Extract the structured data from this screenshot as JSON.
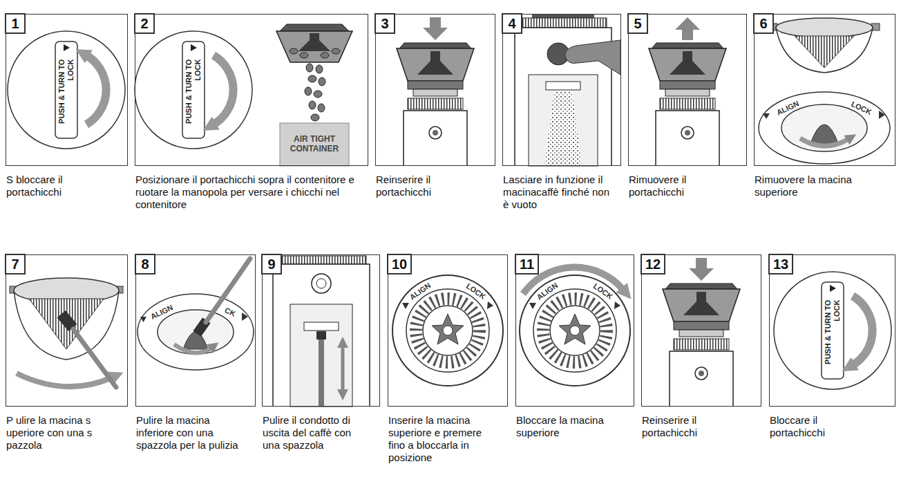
{
  "diagram": {
    "nodes": [
      {
        "text": [
          "1",
          "S bloccare il portachicchi"
        ]
      },
      {
        "text": [
          "2",
          "Posizionare il portachicchi sopra il contenitore e ruotare la manopola per versare i chicchi nel contenitore"
        ]
      },
      {
        "text": [
          "3",
          "Reinserire il portachicchi"
        ]
      },
      {
        "text": [
          "4",
          "Lasciare in funzione il macinacaffè finché non è vuoto"
        ]
      },
      {
        "text": [
          "5",
          "Rimuovere il portachicchi"
        ]
      },
      {
        "text": [
          "6",
          "Rimuovere la macina superiore"
        ]
      },
      {
        "text": [
          "7",
          "P ulire la macina s uperiore con una s pazzola"
        ]
      },
      {
        "text": [
          "8",
          "Pulire la macina inferiore con una spazzola per la pulizia"
        ]
      },
      {
        "text": [
          "9",
          "Pulire il condotto di uscita del caffè con una spazzola"
        ]
      },
      {
        "text": [
          "10",
          "Inserire la macina superiore e premere fino a bloccarla in posizione"
        ]
      },
      {
        "text": [
          "11",
          "Bloccare la macina superiore"
        ]
      },
      {
        "text": [
          "12",
          "Reinserire il portachicchi"
        ]
      },
      {
        "text": [
          "13",
          "Bloccare il portachicchi"
        ]
      }
    ],
    "labels": [
      "PUSH & TURN TO LOCK",
      "PUSH & TURN TO LOCK",
      "AIR TIGHT CONTAINER",
      "ALIGN",
      "LOCK",
      "ALIGN",
      "CK",
      "ALIGN",
      "LOCK",
      "ALIGN",
      "LOCK",
      "PUSH & TURN TO LOCK"
    ]
  }
}
